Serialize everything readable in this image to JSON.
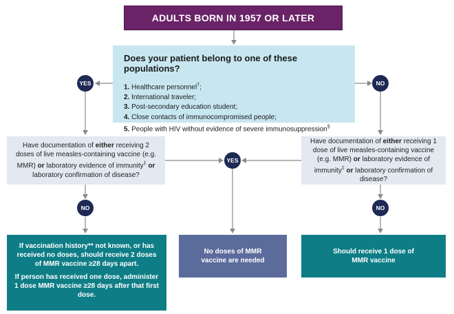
{
  "colors": {
    "title_bg": "#6a2367",
    "question_bg": "#c7e6f0",
    "doc_bg": "#e3e9f1",
    "result_teal": "#0e7d86",
    "result_slate": "#5b6b9c",
    "decision_circle": "#1e2a54",
    "connector": "#8a8a8a"
  },
  "title": "ADULTS BORN IN 1957 OR LATER",
  "question": {
    "text": "Does your patient belong to one of these populations?",
    "items": [
      {
        "num": "1.",
        "label": "Healthcare personnel",
        "mark": "†",
        "tail": ";"
      },
      {
        "num": "2.",
        "label": "International traveler;",
        "mark": "",
        "tail": ""
      },
      {
        "num": "3.",
        "label": "Post-secondary education student;",
        "mark": "",
        "tail": ""
      },
      {
        "num": "4.",
        "label": "Close contacts of immunocompromised people;",
        "mark": "",
        "tail": ""
      },
      {
        "num": "5.",
        "label": "People with HIV without evidence of severe immunosuppression",
        "mark": "§",
        "tail": ""
      }
    ]
  },
  "labels": {
    "yes": "YES",
    "no": "NO"
  },
  "doc_left": {
    "t1": "Have documentation of ",
    "b1": "either",
    "t2": " receiving 2 doses of live measles-containing vaccine (e.g. MMR) ",
    "b2": "or",
    "t3": " laboratory evidence of immunity",
    "mark": "‡",
    "b3": " or",
    "t4": " laboratory confirmation of disease?"
  },
  "doc_right": {
    "t1": "Have documentation of ",
    "b1": "either",
    "t2": " receiving 1 dose of live measles-containing vaccine (e.g. MMR) ",
    "b2": "or",
    "t3": " laboratory evidence of immunity",
    "mark": "‡",
    "b3": " or",
    "t4": " laboratory confirmation of disease?"
  },
  "result_left": {
    "p1a": "If vaccination history** not known, or has received no doses, ",
    "p1b": "should receive",
    "p1c": " 2 doses of MMR vaccine ≥28 days apart.",
    "p2": "If person has received one dose, administer 1 dose MMR vaccine ≥28 days after that first dose."
  },
  "result_mid": "No doses of MMR vaccine are needed",
  "result_right": "Should receive 1 dose of MMR vaccine"
}
